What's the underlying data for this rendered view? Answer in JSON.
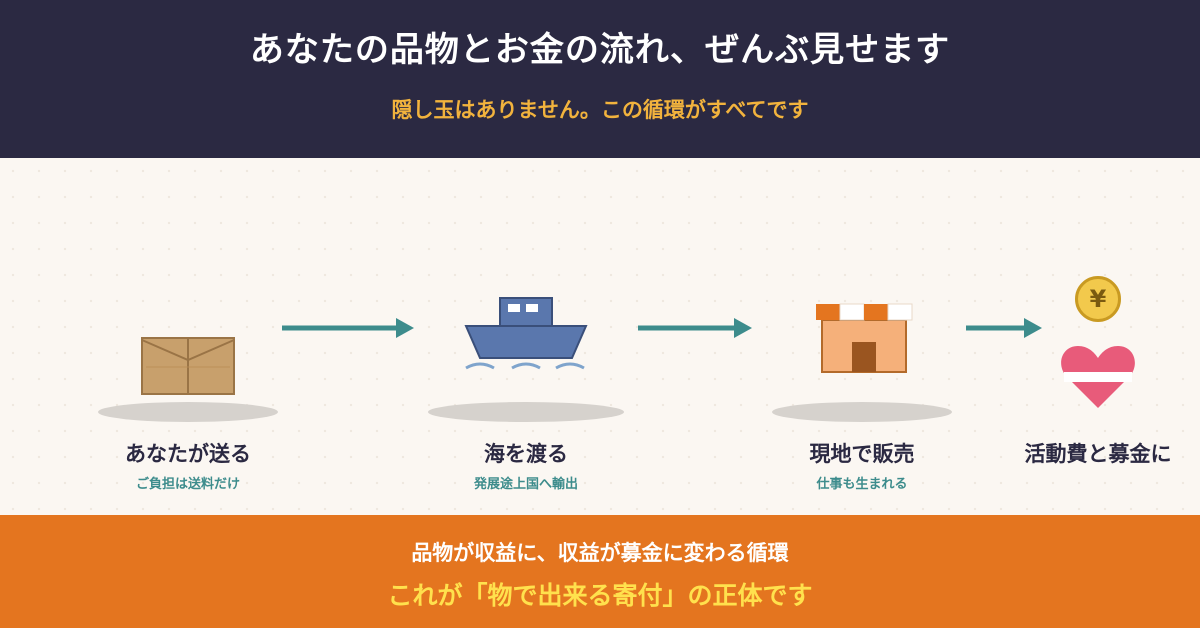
{
  "header": {
    "title": "あなたの品物とお金の流れ、ぜんぶ見せます",
    "subtitle": "隠し玉はありません。この循環がすべてです"
  },
  "steps": [
    {
      "icon": "box-icon",
      "label": "あなたが送る",
      "sub": "ご負担は送料だけ"
    },
    {
      "icon": "ship-icon",
      "label": "海を渡る",
      "sub": "発展途上国へ輸出"
    },
    {
      "icon": "shop-icon",
      "label": "現地で販売",
      "sub": "仕事も生まれる"
    },
    {
      "icon": "heart-icon",
      "label": "活動費と募金に",
      "sub": ""
    }
  ],
  "yen_coin": "¥",
  "colors": {
    "header_bg": "#2b2942",
    "accent_yellow": "#f2b33d",
    "arrow_teal": "#3d8c8c",
    "footer_bg": "#e4751f",
    "footer_highlight": "#ffe14d"
  },
  "footer": {
    "line1": "品物が収益に、収益が募金に変わる循環",
    "line2": "これが「物で出来る寄付」の正体です"
  }
}
